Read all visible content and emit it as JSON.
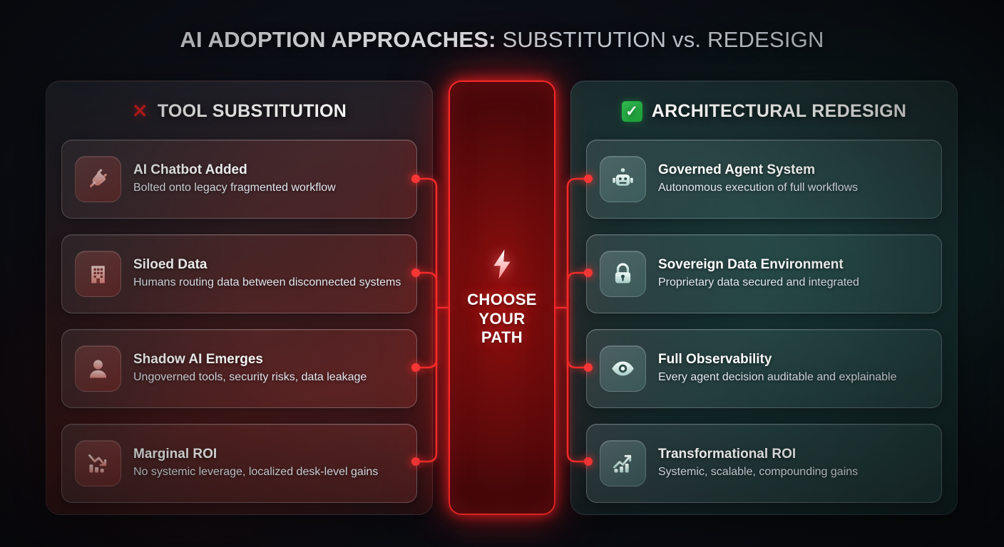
{
  "title": {
    "strong": "AI ADOPTION APPROACHES:",
    "light": "SUBSTITUTION vs. REDESIGN"
  },
  "colors": {
    "accent_red": "#ff2a2a",
    "accent_green": "#2fbe4f",
    "background": "#0d1017",
    "text_primary": "#ffffff",
    "text_secondary": "#e2e7ee"
  },
  "left_panel": {
    "mark_icon": "cross-mark-icon",
    "heading": "TOOL SUBSTITUTION",
    "cards": [
      {
        "icon": "plug-icon",
        "title": "AI Chatbot Added",
        "subtitle": "Bolted onto legacy fragmented workflow"
      },
      {
        "icon": "building-icon",
        "title": "Siloed Data",
        "subtitle": "Humans routing data between disconnected systems"
      },
      {
        "icon": "user-icon",
        "title": "Shadow AI Emerges",
        "subtitle": "Ungoverned tools, security risks, data leakage"
      },
      {
        "icon": "chart-down-icon",
        "title": "Marginal ROI",
        "subtitle": "No systemic leverage, localized desk-level gains"
      }
    ]
  },
  "center": {
    "icon": "lightning-bolt-icon",
    "line1": "CHOOSE",
    "line2": "YOUR",
    "line3": "PATH"
  },
  "right_panel": {
    "mark_icon": "check-mark-icon",
    "mark_glyph": "✓",
    "heading": "ARCHITECTURAL REDESIGN",
    "cards": [
      {
        "icon": "robot-icon",
        "title": "Governed Agent System",
        "subtitle": "Autonomous execution of full workflows"
      },
      {
        "icon": "lock-icon",
        "title": "Sovereign Data Environment",
        "subtitle": "Proprietary data secured and integrated"
      },
      {
        "icon": "eye-icon",
        "title": "Full Observability",
        "subtitle": "Every agent decision auditable and explainable"
      },
      {
        "icon": "chart-up-icon",
        "title": "Transformational ROI",
        "subtitle": "Systemic, scalable, compounding gains"
      }
    ]
  }
}
